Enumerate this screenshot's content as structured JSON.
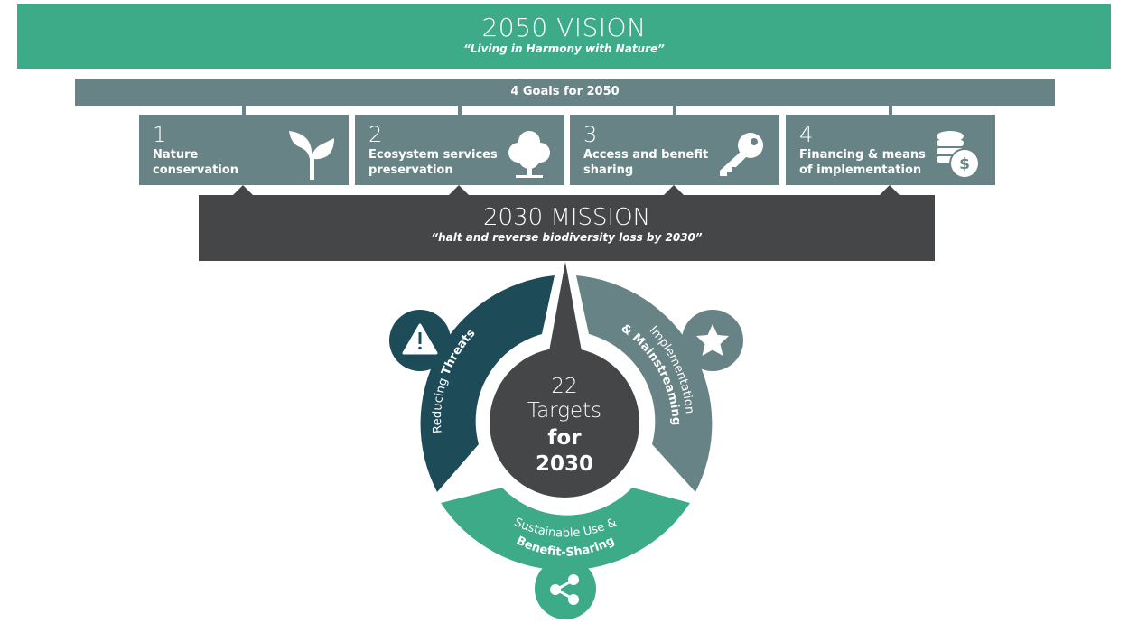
{
  "vision": {
    "title": "2050 VISION",
    "subtitle": "“Living in Harmony with Nature”"
  },
  "goals_bar": {
    "label": "4 Goals for 2050"
  },
  "goals": [
    {
      "number": "1",
      "label_line1": "Nature",
      "label_line2": "conservation",
      "icon": "sprout-icon"
    },
    {
      "number": "2",
      "label_line1": "Ecosystem services",
      "label_line2": "preservation",
      "icon": "tree-icon"
    },
    {
      "number": "3",
      "label_line1": "Access and benefit",
      "label_line2": "sharing",
      "icon": "key-icon"
    },
    {
      "number": "4",
      "label_line1": "Financing & means",
      "label_line2": "of implementation",
      "icon": "coins-dollar-icon"
    }
  ],
  "mission": {
    "title": "2030 MISSION",
    "subtitle": "“halt and reverse biodiversity loss by 2030”"
  },
  "targets": {
    "line1": "22",
    "line2": "Targets",
    "line3": "for",
    "line4": "2030"
  },
  "segments": {
    "reducing": {
      "light": "Reducing ",
      "bold": "Threats",
      "icon": "warning-icon"
    },
    "implementation": {
      "line1": "Implementation",
      "line2": "& Mainstreaming",
      "icon": "star-icon"
    },
    "sustainable": {
      "line1": "Sustainable Use &",
      "line2": "Benefit-Sharing",
      "icon": "share-icon"
    }
  },
  "colors": {
    "green": "#3dab87",
    "slate": "#678386",
    "dark": "#454648",
    "teal": "#1d4b58"
  }
}
